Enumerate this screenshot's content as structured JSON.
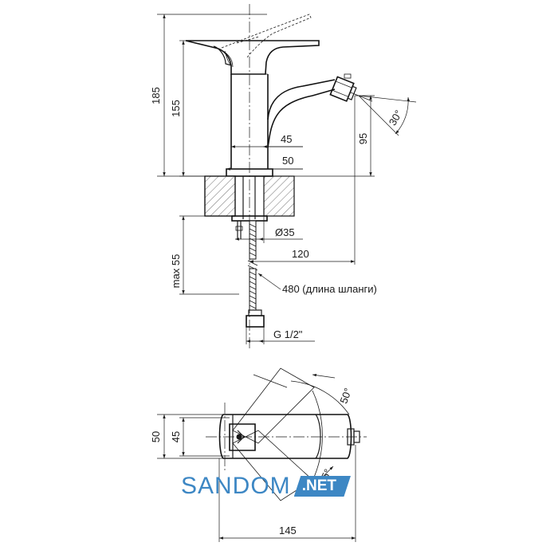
{
  "dimensions": {
    "total_height": "185",
    "body_height": "155",
    "body_width": "45",
    "base_width": "50",
    "spout_height": "95",
    "spray_angle": "30°",
    "hole_diameter": "Ø35",
    "spout_reach": "120",
    "max_thickness": "max 55",
    "hose_length": "480 (длина шланги)",
    "thread": "G 1/2\"",
    "top_width_outer": "50",
    "top_width_inner": "45",
    "swivel_angle_upper": "50°",
    "swivel_angle_lower": "45°",
    "total_length": "145"
  },
  "watermark": {
    "brand": "SANDOM",
    "suffix": ".NET",
    "color": "#3d87c4"
  }
}
